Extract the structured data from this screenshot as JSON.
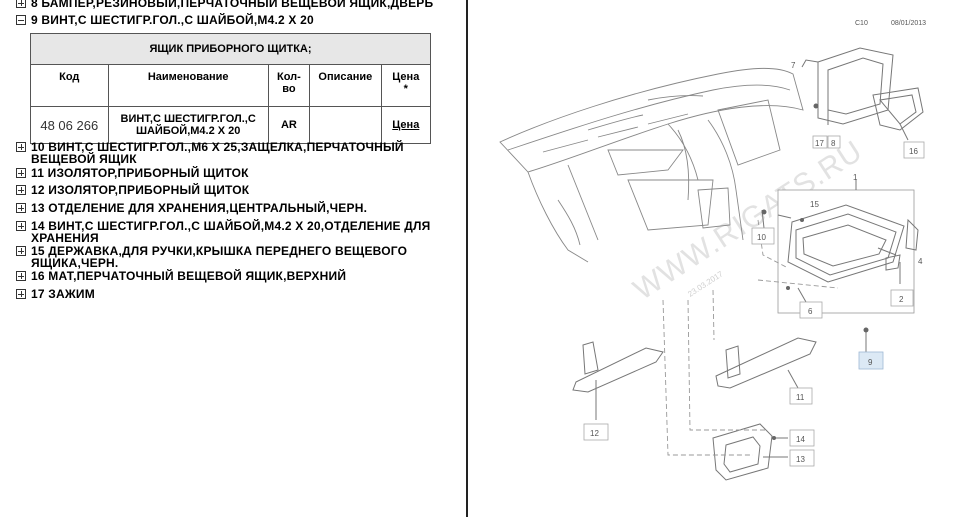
{
  "tree": [
    {
      "state": "plus",
      "label": "8  БАМПЕР,РЕЗИНОВЫЙ,ПЕРЧАТОЧНЫЙ ВЕЩЕВОЙ ЯЩИК,ДВЕРЬ"
    },
    {
      "state": "minus",
      "label": "9  ВИНТ,С ШЕСТИГР.ГОЛ.,С ШАЙБОЙ,М4.2 X 20"
    },
    {
      "state": "plus",
      "label": "10  ВИНТ,С ШЕСТИГР.ГОЛ.,М6 X 25,ЗАЩЕЛКА,ПЕРЧАТОЧНЫЙ ВЕЩЕВОЙ ЯЩИК"
    },
    {
      "state": "plus",
      "label": "11  ИЗОЛЯТОР,ПРИБОРНЫЙ ЩИТОК"
    },
    {
      "state": "plus",
      "label": "12  ИЗОЛЯТОР,ПРИБОРНЫЙ ЩИТОК"
    },
    {
      "state": "plus",
      "label": "13  ОТДЕЛЕНИЕ ДЛЯ ХРАНЕНИЯ,ЦЕНТРАЛЬНЫЙ,ЧЕРН."
    },
    {
      "state": "plus",
      "label": "14  ВИНТ,С ШЕСТИГР.ГОЛ.,С ШАЙБОЙ,М4.2 X 20,ОТДЕЛЕНИЕ ДЛЯ ХРАНЕНИЯ"
    },
    {
      "state": "plus",
      "label": "15  ДЕРЖАВКА,ДЛЯ РУЧКИ,КРЫШКА ПЕРЕДНЕГО ВЕЩЕВОГО ЯЩИКА,ЧЕРН."
    },
    {
      "state": "plus",
      "label": "16  МАТ,ПЕРЧАТОЧНЫЙ ВЕЩЕВОЙ ЯЩИК,ВЕРХНИЙ"
    },
    {
      "state": "plus",
      "label": "17  ЗАЖИМ"
    }
  ],
  "table": {
    "caption": "ЯЩИК ПРИБОРНОГО ЩИТКА;",
    "headers": {
      "code": "Код",
      "name": "Наименование",
      "qty": "Кол-во",
      "desc": "Описание",
      "price": "Цена"
    },
    "price_marker": "*",
    "row": {
      "code": "48 06 266",
      "name": "ВИНТ,С ШЕСТИГР.ГОЛ.,С ШАЙБОЙ,М4.2 X 20",
      "qty": "AR",
      "desc": "",
      "price": "Цена"
    }
  },
  "diagram": {
    "page_code": "C10",
    "date": "08/01/2013",
    "watermark": "WWW.RIGATS.RU",
    "watermark_date": "23.03.2017",
    "callouts": [
      "1",
      "2",
      "4",
      "6",
      "7",
      "8",
      "9",
      "10",
      "11",
      "12",
      "13",
      "14",
      "15",
      "16",
      "17"
    ],
    "highlight_color": "#dce9f5"
  }
}
